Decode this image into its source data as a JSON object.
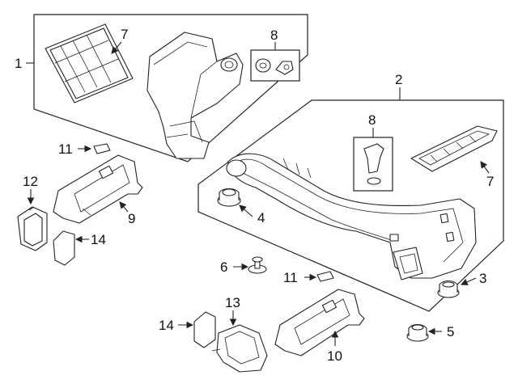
{
  "callouts": {
    "c1": "1",
    "c2": "2",
    "c3": "3",
    "c4": "4",
    "c5": "5",
    "c6": "6",
    "c7a": "7",
    "c7b": "7",
    "c8a": "8",
    "c8b": "8",
    "c9": "9",
    "c10": "10",
    "c11a": "11",
    "c11b": "11",
    "c12": "12",
    "c13": "13",
    "c14a": "14",
    "c14b": "14"
  }
}
